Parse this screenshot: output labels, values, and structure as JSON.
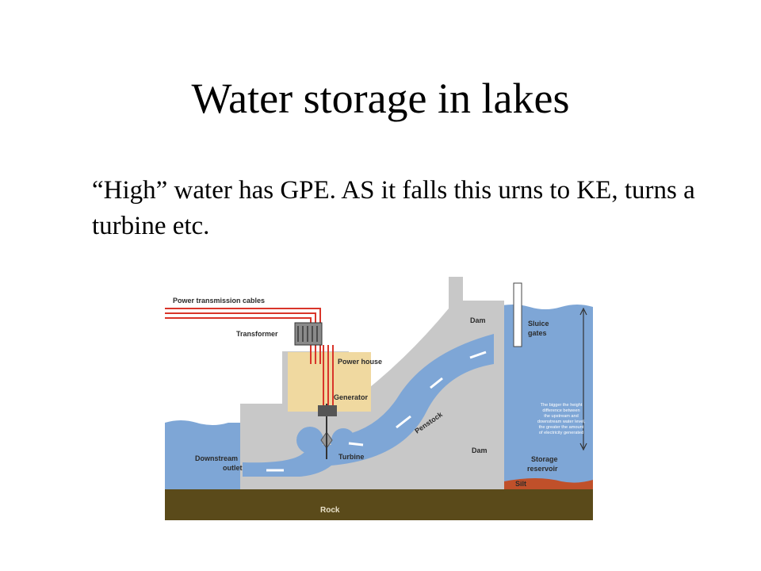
{
  "slide": {
    "title": "Water storage in lakes",
    "body": "“High” water has GPE. AS it falls this urns to KE, turns a turbine etc."
  },
  "diagram": {
    "labels": {
      "power_cables": "Power transmission cables",
      "transformer": "Transformer",
      "power_house": "Power house",
      "generator": "Generator",
      "dam_top": "Dam",
      "dam_bottom": "Dam",
      "sluice_line1": "Sluice",
      "sluice_line2": "gates",
      "penstock": "Penstock",
      "turbine": "Turbine",
      "downstream_line1": "Downstream",
      "downstream_line2": "outlet",
      "storage_line1": "Storage",
      "storage_line2": "reservoir",
      "silt": "Silt",
      "rock": "Rock"
    },
    "note_lines": [
      "The bigger the height",
      "difference between",
      "the upstream and",
      "downstream water level,",
      "the greater the amount",
      "of electricity generated"
    ],
    "colors": {
      "water": "#7ea6d6",
      "dam": "#c8c8c8",
      "power_house": "#f0d9a0",
      "rock": "#5a4a1a",
      "silt": "#c0502a",
      "cables": "#d9352a",
      "flow_arrows": "#ffffff"
    }
  }
}
